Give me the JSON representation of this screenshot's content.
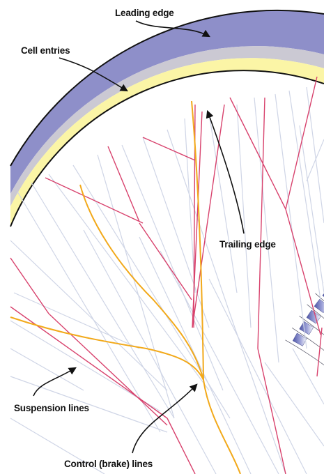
{
  "labels": {
    "leading_edge": "Leading edge",
    "cell_entries": "Cell entries",
    "trailing_edge": "Trailing edge",
    "suspension_lines": "Suspension lines",
    "control_lines": "Control (brake) lines"
  },
  "colors": {
    "canopy_top": "#8e8fc9",
    "canopy_band": "#c9c9d6",
    "canopy_bottom": "#fbf5a6",
    "cell_opening_dark": "#4d54a6",
    "cell_opening_light": "#ffffff",
    "outline": "#111111",
    "suspension_line": "#cfd5e6",
    "suspension_line_accent": "#d8426d",
    "control_line": "#f2a91a",
    "callout": "#111111"
  }
}
